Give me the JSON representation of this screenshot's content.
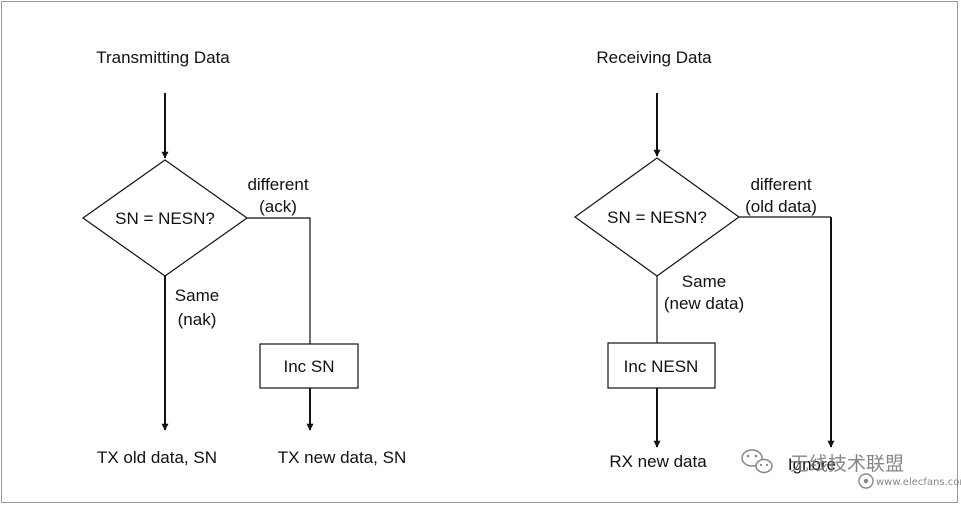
{
  "diagram": {
    "transmit": {
      "title": "Transmitting Data",
      "decision": "SN = NESN?",
      "branch_different": [
        "different",
        "(ack)"
      ],
      "branch_same": [
        "Same",
        "(nak)"
      ],
      "process": "Inc SN",
      "output_left": "TX old data, SN",
      "output_right": "TX new data, SN"
    },
    "receive": {
      "title": "Receiving Data",
      "decision": "SN = NESN?",
      "branch_different": [
        "different",
        "(old data)"
      ],
      "branch_same": [
        "Same",
        "(new data)"
      ],
      "process": "Inc NESN",
      "output_left": "RX new data",
      "output_right": "Ignore"
    }
  },
  "watermark": {
    "cn_text": "无线技术联盟",
    "url": "www.elecfans.com"
  },
  "colors": {
    "line": "#111111",
    "border": "#9a9a9a",
    "watermark": "#7a7a7a"
  }
}
